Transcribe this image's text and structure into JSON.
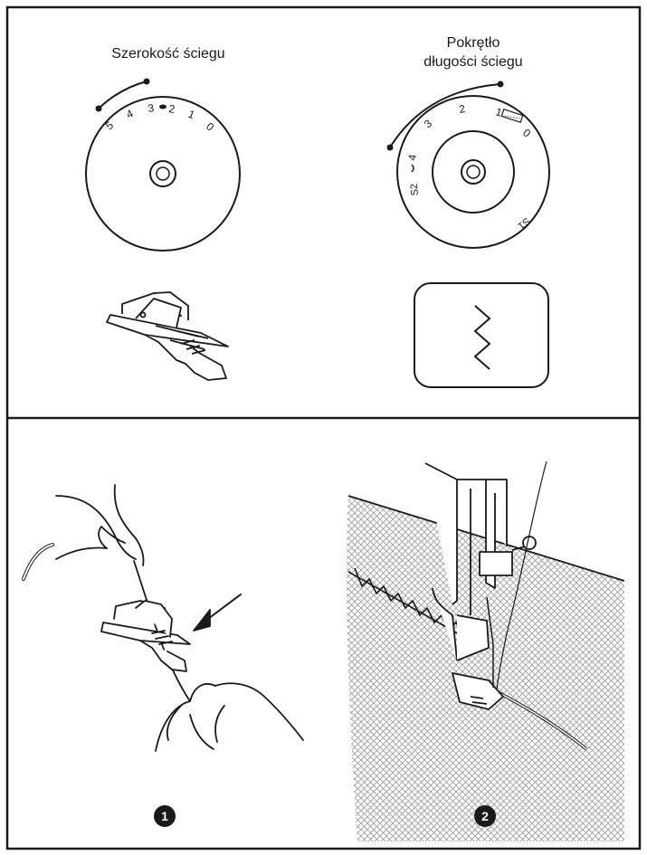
{
  "top_panel": {
    "width_dial": {
      "title": "Szerokość ściegu",
      "scale": [
        "5",
        "4",
        "3",
        "2",
        "1",
        "0"
      ]
    },
    "length_dial": {
      "title_line1": "Pokrętło",
      "title_line2": "długości ściegu",
      "scale": [
        "4",
        "3",
        "2",
        "1",
        "0"
      ],
      "s_marks": [
        "S2",
        "S1"
      ]
    },
    "stitch_pattern_icon": "zigzag-stitch-icon",
    "presser_foot_icon": "overcasting-presser-foot-icon"
  },
  "bottom_panel": {
    "steps": [
      {
        "label": "1",
        "illustration": "hands-threading-presser-foot"
      },
      {
        "label": "2",
        "illustration": "needle-sewing-overcast-stitch-on-fabric"
      }
    ]
  },
  "colors": {
    "line": "#1a1a1a",
    "background": "#ffffff",
    "fabric_hatch": "#9a9a9a"
  }
}
